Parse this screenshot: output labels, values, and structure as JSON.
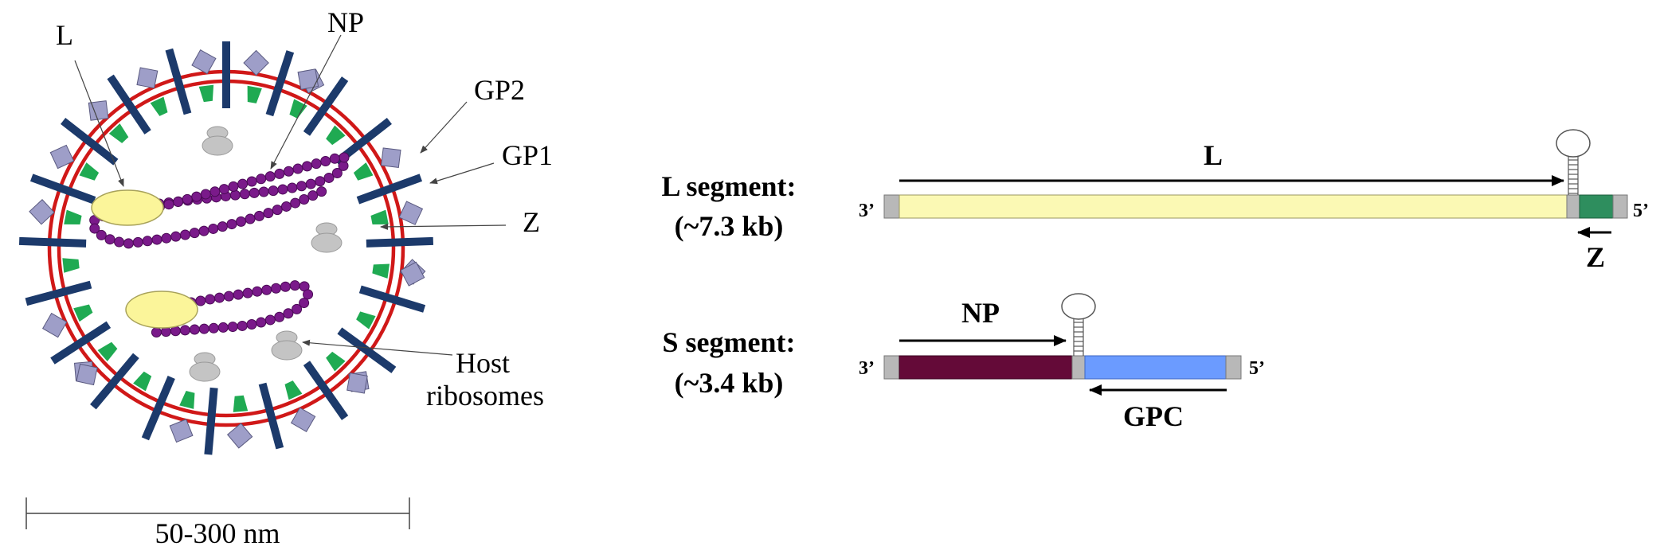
{
  "virion": {
    "labels": {
      "L": "L",
      "NP": "NP",
      "GP2": "GP2",
      "GP1": "GP1",
      "Z": "Z",
      "host_line1": "Host",
      "host_line2": "ribosomes"
    },
    "scale_label": "50-300 nm",
    "colors": {
      "membrane": "#d01818",
      "spike": "#1c3a6b",
      "gp1": "#9e9ec8",
      "z_protein": "#1faa52",
      "np_bead": "#7a1a8a",
      "polymerase": "#fbf59a",
      "ribosome": "#c4c4c4"
    }
  },
  "genome": {
    "l_segment": {
      "name": "L segment:",
      "size": "(~7.3 kb)",
      "end3": "3’",
      "end5": "5’",
      "gene_forward": "L",
      "gene_reverse": "Z"
    },
    "s_segment": {
      "name": "S segment:",
      "size": "(~3.4 kb)",
      "end3": "3’",
      "end5": "5’",
      "gene_forward": "NP",
      "gene_reverse": "GPC"
    },
    "colors": {
      "utr": "#b8b8b8",
      "L": "#fbf9b4",
      "Z": "#2e8e5e",
      "NP": "#640a38",
      "GPC": "#6b9bff"
    }
  }
}
